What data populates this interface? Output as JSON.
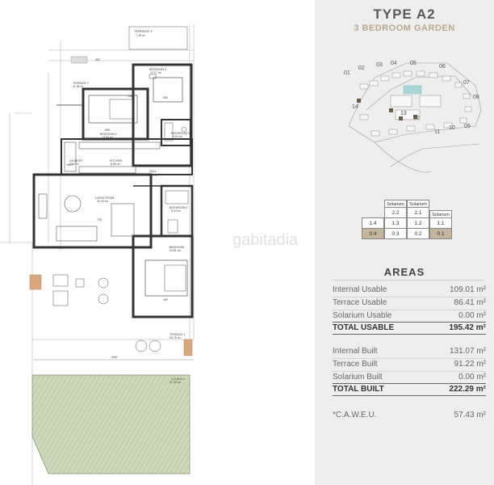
{
  "header": {
    "type_title": "TYPE A2",
    "type_subtitle": "3 BEDROOM GARDEN"
  },
  "site_plan": {
    "block_numbers": [
      "01",
      "02",
      "03",
      "04",
      "05",
      "06",
      "07",
      "08",
      "09",
      "10",
      "11",
      "12",
      "13",
      "14"
    ]
  },
  "levels": {
    "solarium_labels": [
      "Solarium",
      "Solarium",
      "Solarium"
    ],
    "row_top": [
      "2.2",
      "2.1"
    ],
    "row_mid": [
      "1.4",
      "1.3",
      "1.2",
      "1.1"
    ],
    "row_bottom": [
      "0.4",
      "0.3",
      "0.2",
      "0.1"
    ],
    "highlight_colors": {
      "unit": "#c5b59c"
    }
  },
  "areas": {
    "title": "AREAS",
    "usable": [
      {
        "label": "Internal Usable",
        "value": "109.01 m²"
      },
      {
        "label": "Terrace Usable",
        "value": "86.41 m²"
      },
      {
        "label": "Solarium Usable",
        "value": "0.00 m²"
      }
    ],
    "total_usable": {
      "label": "TOTAL USABLE",
      "value": "195.42 m²"
    },
    "built": [
      {
        "label": "Internal Built",
        "value": "131.07 m²"
      },
      {
        "label": "Terrace Built",
        "value": "91.22 m²"
      },
      {
        "label": "Solarium Built",
        "value": "0.00 m²"
      }
    ],
    "total_built": {
      "label": "TOTAL BUILT",
      "value": "222.29 m²"
    },
    "caweu": {
      "label": "*C.A.W.E.U.",
      "value": "57.43 m²"
    }
  },
  "floor_plan": {
    "rooms": [
      {
        "name": "TERRACE 3",
        "area": "7.28 m²"
      },
      {
        "name": "BEDROOM 3",
        "area": "12.17 m²"
      },
      {
        "name": "TERRACE 2",
        "area": "11.36 m²"
      },
      {
        "name": "BEDROOM 2",
        "area": "13.60 m²"
      },
      {
        "name": "BATHROOM 2",
        "area": "4.94 m²"
      },
      {
        "name": "LAUNDRY",
        "area": "2.84 m²"
      },
      {
        "name": "KITCHEN",
        "area": "8.65 m²"
      },
      {
        "name": "HALL",
        "area": "9.13 m²"
      },
      {
        "name": "LIVING ROOM",
        "area": "32.43 m²"
      },
      {
        "name": "BATHROOM 1",
        "area": "5.94 m²"
      },
      {
        "name": "BEDROOM",
        "area": "20.51 m²"
      },
      {
        "name": "TERRACE 1",
        "area": "63.78 m²"
      },
      {
        "name": "C.A.W.E.U.",
        "area": "57.43 m²"
      }
    ],
    "dimensions": [
      "482",
      "380",
      "865",
      "1082",
      "735",
      "490",
      "1663",
      "3987"
    ],
    "colors": {
      "wall": "#333333",
      "garden": "#c9d6b4",
      "garden_hatch": "#8fa37a",
      "terrace_furniture": "#c88c5e"
    }
  },
  "watermark": "gabitadia"
}
